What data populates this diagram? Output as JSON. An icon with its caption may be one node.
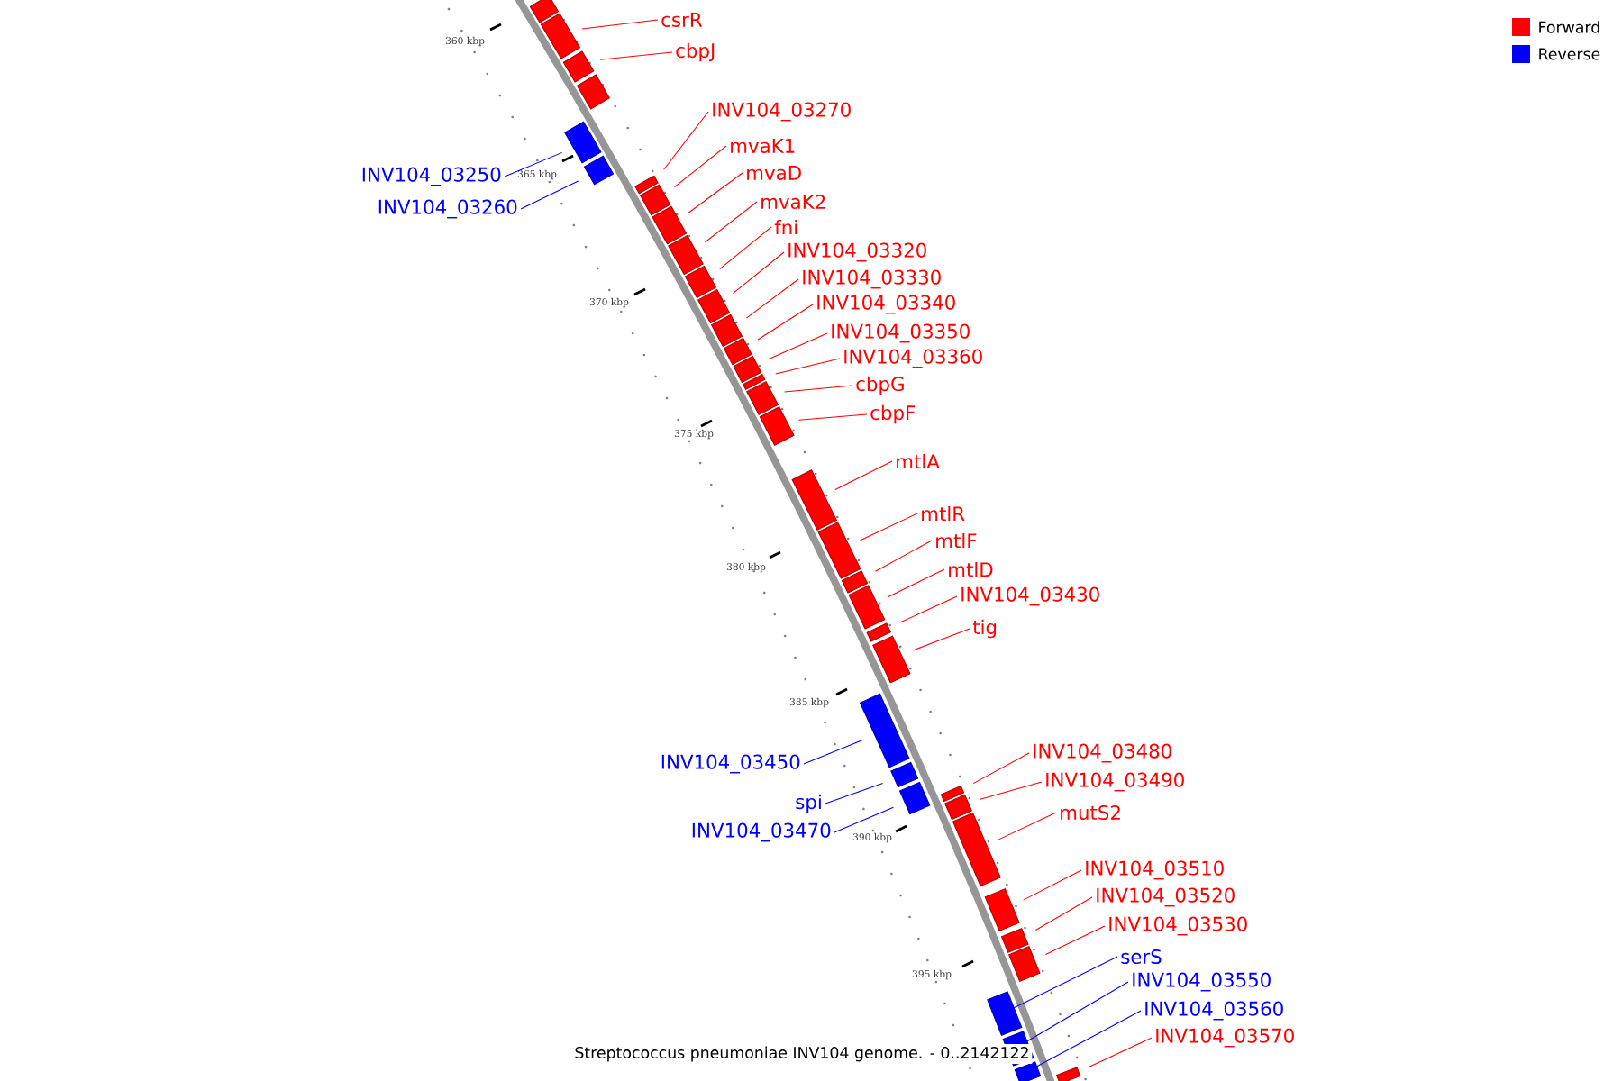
{
  "diagram": {
    "caption": "Streptococcus pneumoniae INV104 genome. - 0..2142122",
    "nodes": [
      {
        "text": [
          "csrR"
        ]
      },
      {
        "text": [
          "cbpJ"
        ]
      },
      {
        "text": [
          "INV104_03250"
        ]
      },
      {
        "text": [
          "INV104_03260"
        ]
      },
      {
        "text": [
          "INV104_03270"
        ]
      },
      {
        "text": [
          "mvaK1"
        ]
      },
      {
        "text": [
          "mvaD"
        ]
      },
      {
        "text": [
          "mvaK2"
        ]
      },
      {
        "text": [
          "fni"
        ]
      },
      {
        "text": [
          "INV104_03320"
        ]
      },
      {
        "text": [
          "INV104_03330"
        ]
      },
      {
        "text": [
          "INV104_03340"
        ]
      },
      {
        "text": [
          "INV104_03350"
        ]
      },
      {
        "text": [
          "INV104_03360"
        ]
      },
      {
        "text": [
          "cbpG"
        ]
      },
      {
        "text": [
          "cbpF"
        ]
      },
      {
        "text": [
          "mtlA"
        ]
      },
      {
        "text": [
          "mtlR"
        ]
      },
      {
        "text": [
          "mtlF"
        ]
      },
      {
        "text": [
          "mtlD"
        ]
      },
      {
        "text": [
          "INV104_03430"
        ]
      },
      {
        "text": [
          "tig"
        ]
      },
      {
        "text": [
          "INV104_03450"
        ]
      },
      {
        "text": [
          "spi"
        ]
      },
      {
        "text": [
          "INV104_03470"
        ]
      },
      {
        "text": [
          "INV104_03480"
        ]
      },
      {
        "text": [
          "INV104_03490"
        ]
      },
      {
        "text": [
          "mutS2"
        ]
      },
      {
        "text": [
          "INV104_03510"
        ]
      },
      {
        "text": [
          "INV104_03520"
        ]
      },
      {
        "text": [
          "INV104_03530"
        ]
      },
      {
        "text": [
          "serS"
        ]
      },
      {
        "text": [
          "INV104_03550"
        ]
      },
      {
        "text": [
          "INV104_03560"
        ]
      },
      {
        "text": [
          "INV104_03570"
        ]
      },
      {
        "text": [],
        "shape": "box"
      },
      {
        "text": [],
        "shape": "box"
      },
      {
        "text": [],
        "shape": "box"
      },
      {
        "text": [],
        "shape": "box"
      },
      {
        "text": [],
        "shape": "box"
      },
      {
        "text": [],
        "shape": "box"
      },
      {
        "text": [],
        "shape": "box"
      },
      {
        "text": [],
        "shape": "box"
      },
      {
        "text": [],
        "shape": "box"
      },
      {
        "text": [],
        "shape": "box"
      },
      {
        "text": [],
        "shape": "box"
      },
      {
        "text": [],
        "shape": "box"
      },
      {
        "text": [],
        "shape": "box"
      },
      {
        "text": [],
        "shape": "box"
      },
      {
        "text": [],
        "shape": "box"
      },
      {
        "text": [],
        "shape": "box"
      },
      {
        "text": [],
        "shape": "box"
      },
      {
        "text": [],
        "shape": "box"
      },
      {
        "text": [],
        "shape": "box"
      },
      {
        "text": [],
        "shape": "box"
      },
      {
        "text": [],
        "shape": "box"
      },
      {
        "text": [],
        "shape": "box"
      },
      {
        "text": [],
        "shape": "box"
      },
      {
        "text": [],
        "shape": "box"
      },
      {
        "text": [],
        "shape": "box"
      },
      {
        "text": [],
        "shape": "box"
      },
      {
        "text": [],
        "shape": "box"
      },
      {
        "text": [],
        "shape": "box"
      },
      {
        "text": [],
        "shape": "box"
      },
      {
        "text": [],
        "shape": "box"
      },
      {
        "text": [],
        "shape": "box"
      },
      {
        "text": [],
        "shape": "box"
      },
      {
        "text": [],
        "shape": "box"
      },
      {
        "text": [],
        "shape": "box"
      },
      {
        "text": [],
        "shape": "box"
      },
      {
        "text": [],
        "shape": "box"
      },
      {
        "text": [],
        "shape": "box"
      }
    ],
    "edges": [
      {
        "from": 0,
        "to": 35,
        "arrow": "none"
      },
      {
        "from": 1,
        "to": 36,
        "arrow": "none"
      },
      {
        "from": 2,
        "to": 37,
        "arrow": "none",
        "color": "#0000ff"
      },
      {
        "from": 3,
        "to": 38,
        "arrow": "none",
        "color": "#0000ff"
      },
      {
        "from": 4,
        "to": 39,
        "arrow": "none"
      },
      {
        "from": 5,
        "to": 40,
        "arrow": "none"
      },
      {
        "from": 6,
        "to": 41,
        "arrow": "none"
      },
      {
        "from": 7,
        "to": 42,
        "arrow": "none"
      },
      {
        "from": 8,
        "to": 43,
        "arrow": "none"
      },
      {
        "from": 9,
        "to": 44,
        "arrow": "none"
      },
      {
        "from": 10,
        "to": 45,
        "arrow": "none"
      },
      {
        "from": 11,
        "to": 46,
        "arrow": "none"
      },
      {
        "from": 12,
        "to": 47,
        "arrow": "none"
      },
      {
        "from": 13,
        "to": 48,
        "arrow": "none"
      },
      {
        "from": 14,
        "to": 49,
        "arrow": "none"
      },
      {
        "from": 15,
        "to": 50,
        "arrow": "none"
      },
      {
        "from": 16,
        "to": 51,
        "arrow": "none"
      },
      {
        "from": 17,
        "to": 52,
        "arrow": "none"
      },
      {
        "from": 18,
        "to": 53,
        "arrow": "none"
      },
      {
        "from": 19,
        "to": 54,
        "arrow": "none"
      },
      {
        "from": 20,
        "to": 55,
        "arrow": "none"
      },
      {
        "from": 21,
        "to": 56,
        "arrow": "none"
      },
      {
        "from": 22,
        "to": 57,
        "arrow": "none",
        "color": "#0000ff"
      },
      {
        "from": 23,
        "to": 58,
        "arrow": "none",
        "color": "#0000ff"
      },
      {
        "from": 24,
        "to": 59,
        "arrow": "none",
        "color": "#0000ff"
      },
      {
        "from": 25,
        "to": 60,
        "arrow": "none"
      },
      {
        "from": 26,
        "to": 61,
        "arrow": "none"
      },
      {
        "from": 27,
        "to": 62,
        "arrow": "none"
      },
      {
        "from": 28,
        "to": 63,
        "arrow": "none"
      },
      {
        "from": 29,
        "to": 64,
        "arrow": "none"
      },
      {
        "from": 30,
        "to": 65,
        "arrow": "none"
      },
      {
        "from": 31,
        "to": 66,
        "arrow": "none",
        "color": "#0000ff"
      },
      {
        "from": 32,
        "to": 67,
        "arrow": "none",
        "color": "#0000ff"
      },
      {
        "from": 33,
        "to": 68,
        "arrow": "none",
        "color": "#0000ff"
      },
      {
        "from": 34,
        "to": 69,
        "arrow": "none"
      }
    ],
    "labels": [
      "360 kbp",
      "365 kbp",
      "370 kbp",
      "375 kbp",
      "380 kbp",
      "385 kbp",
      "390 kbp",
      "395 kbp"
    ],
    "legend": [
      {
        "text": "Forward",
        "color": "#ff0000"
      },
      {
        "text": "Reverse",
        "color": "#0000ff"
      }
    ]
  }
}
